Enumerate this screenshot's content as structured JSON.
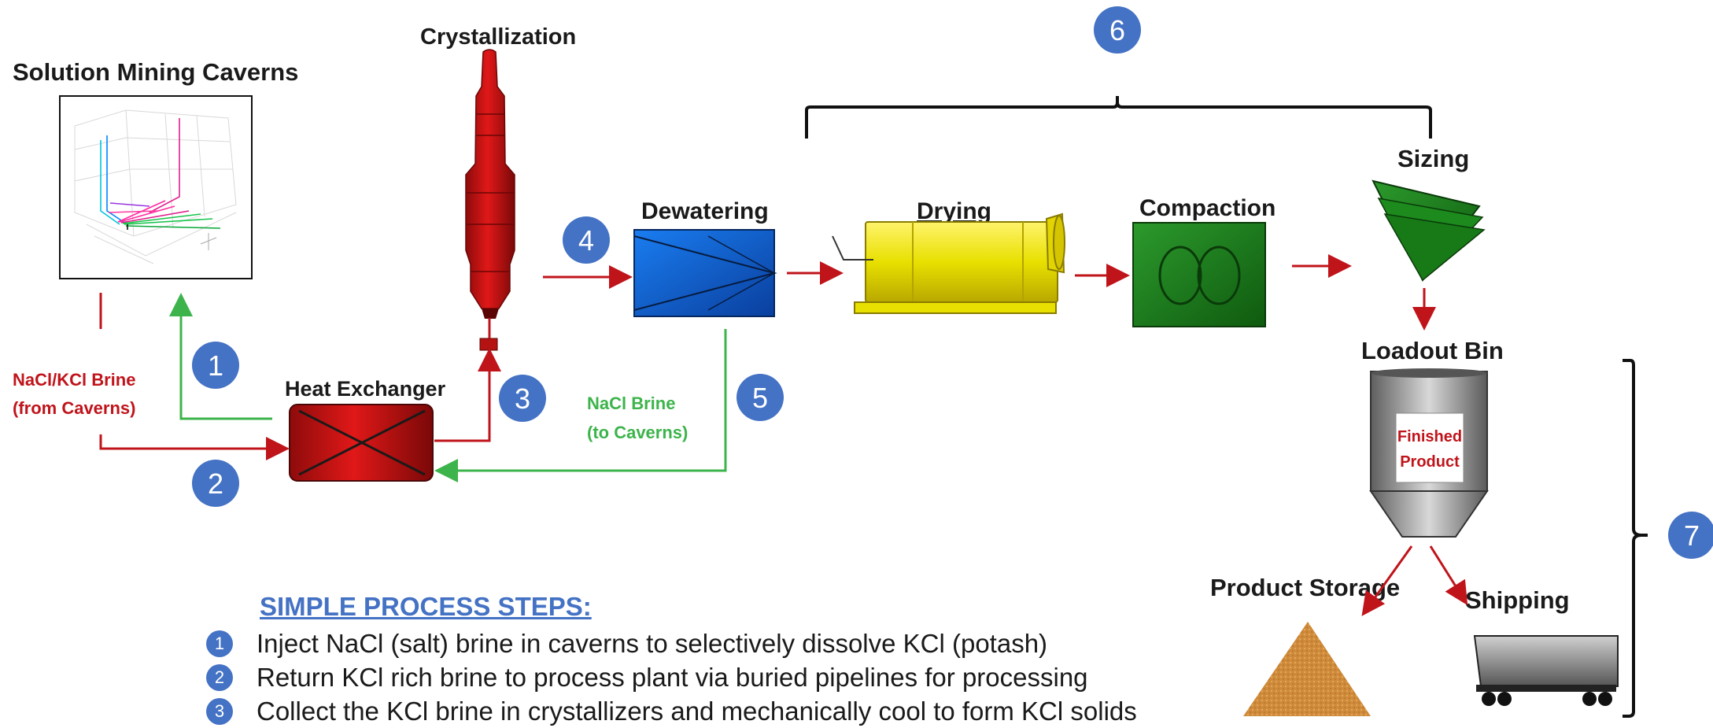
{
  "labels": {
    "caverns": "Solution Mining Caverns",
    "crystallization": "Crystallization",
    "heat_exchanger": "Heat Exchanger",
    "dewatering": "Dewatering",
    "drying": "Drying",
    "compaction": "Compaction",
    "sizing": "Sizing",
    "loadout_bin": "Loadout Bin",
    "finished_product_line1": "Finished",
    "finished_product_line2": "Product",
    "product_storage": "Product Storage",
    "shipping": "Shipping",
    "brine_in_line1": "NaCl/KCl Brine",
    "brine_in_line2": "(from Caverns)",
    "brine_out_line1": "NaCl Brine",
    "brine_out_line2": "(to Caverns)"
  },
  "markers": [
    "1",
    "2",
    "3",
    "4",
    "5",
    "6",
    "7"
  ],
  "steps_title": "SIMPLE PROCESS STEPS:",
  "steps": [
    {
      "num": "1",
      "text": "Inject NaCl (salt) brine in caverns to selectively dissolve KCl (potash)"
    },
    {
      "num": "2",
      "text": "Return KCl rich brine to process plant via buried pipelines for processing"
    },
    {
      "num": "3",
      "text": "Collect the KCl brine in crystallizers and mechanically cool to form KCl solids"
    }
  ],
  "colors": {
    "flow_red": "#c0141b",
    "flow_green": "#3cb44b",
    "marker_blue": "#4472c4",
    "dewatering_blue": "#1463d6",
    "drying_yellow": "#e8e000",
    "compaction_green": "#1e7a1e",
    "sizing_green": "#1c8a1c",
    "bin_gray": "#9a9a9a",
    "storage_orange": "#cf8a3a"
  }
}
